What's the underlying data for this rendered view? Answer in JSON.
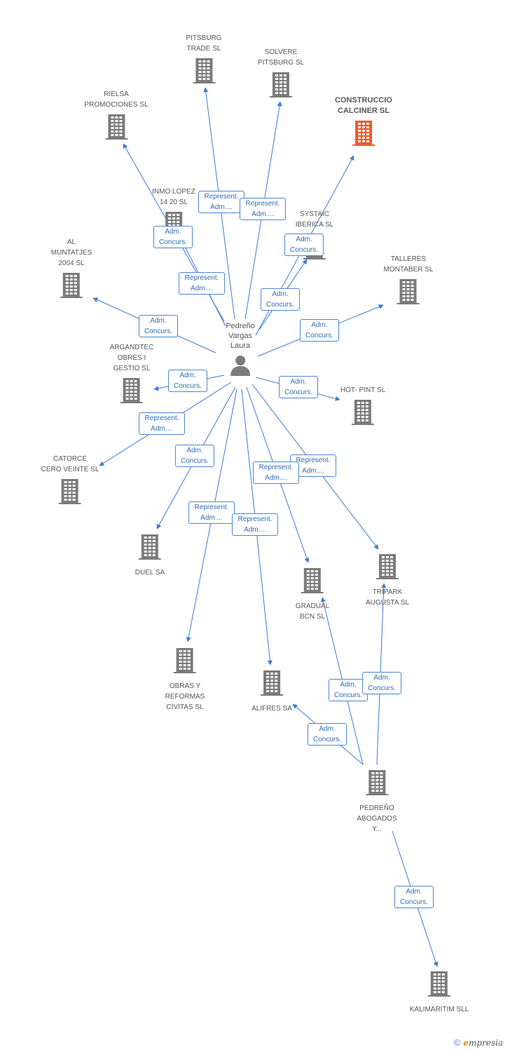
{
  "colors": {
    "edge": "#3a7bd5",
    "building": "#7b7b7b",
    "building_highlight": "#f05a28",
    "person": "#7b7b7b"
  },
  "person": {
    "label": "Pedreño\nVargas\nLaura",
    "icon": "person-icon"
  },
  "companies": [
    {
      "id": "pitsburg",
      "label": "PITSBURG\nTRADE SL",
      "icon": "building-icon"
    },
    {
      "id": "solvere",
      "label": "SOLVERE\nPITSBURG SL",
      "icon": "building-icon"
    },
    {
      "id": "rielsa",
      "label": "RIELSA\nPROMOCIONES SL",
      "icon": "building-icon"
    },
    {
      "id": "calciner",
      "label": "CONSTRUCCIO\nCALCINER SL",
      "icon": "building-icon",
      "highlight": true
    },
    {
      "id": "inmo",
      "label": "INMO LOPEZ\n14 20 SL",
      "icon": "building-icon"
    },
    {
      "id": "systaic",
      "label": "SYSTAIC\nIBERICA SL",
      "icon": "building-icon"
    },
    {
      "id": "al",
      "label": "AL\nMUNTATJES\n2004 SL",
      "icon": "building-icon"
    },
    {
      "id": "talleres",
      "label": "TALLERES\nMONTABER SL",
      "icon": "building-icon"
    },
    {
      "id": "argandtec",
      "label": "ARGANDTEC\nOBRES I\nGESTIO  SL",
      "icon": "building-icon"
    },
    {
      "id": "hotpint",
      "label": "HOT- PINT SL",
      "icon": "building-icon"
    },
    {
      "id": "catorce",
      "label": "CATORCE\nCERO VEINTE SL",
      "icon": "building-icon"
    },
    {
      "id": "duel",
      "label": "DUEL SA",
      "icon": "building-icon"
    },
    {
      "id": "tripark",
      "label": "TRIPARK\nAUGUSTA SL",
      "icon": "building-icon"
    },
    {
      "id": "gradual",
      "label": "GRADUAL\nBCN SL",
      "icon": "building-icon"
    },
    {
      "id": "obras",
      "label": "OBRAS Y\nREFORMAS\nCIVITAS SL",
      "icon": "building-icon"
    },
    {
      "id": "alifres",
      "label": "ALIFRES SA",
      "icon": "building-icon"
    },
    {
      "id": "pedreno",
      "label": "PEDREÑO\nABOGADOS\nY...",
      "icon": "building-icon"
    },
    {
      "id": "kalimaritim",
      "label": "KALIMARITIM SLL",
      "icon": "building-icon"
    }
  ],
  "relations": [
    {
      "from": "person",
      "to": "pitsburg",
      "label": "Represent.\nAdm...."
    },
    {
      "from": "person",
      "to": "solvere",
      "label": "Represent.\nAdm...."
    },
    {
      "from": "person",
      "to": "rielsa",
      "label": "Adm.\nConcurs."
    },
    {
      "from": "person",
      "to": "calciner",
      "label": "Adm.\nConcurs."
    },
    {
      "from": "person",
      "to": "inmo",
      "label": "Represent.\nAdm...."
    },
    {
      "from": "person",
      "to": "systaic",
      "label": "Adm.\nConcurs."
    },
    {
      "from": "person",
      "to": "al",
      "label": "Adm.\nConcurs."
    },
    {
      "from": "person",
      "to": "talleres",
      "label": "Adm.\nConcurs."
    },
    {
      "from": "person",
      "to": "argandtec",
      "label": "Adm.\nConcurs."
    },
    {
      "from": "person",
      "to": "hotpint",
      "label": "Adm.\nConcurs."
    },
    {
      "from": "person",
      "to": "catorce",
      "label": "Represent.\nAdm...."
    },
    {
      "from": "person",
      "to": "duel",
      "label": "Adm.\nConcurs."
    },
    {
      "from": "person",
      "to": "tripark",
      "label": "Represent.\nAdm...."
    },
    {
      "from": "person",
      "to": "gradual",
      "label": "Represent.\nAdm...."
    },
    {
      "from": "person",
      "to": "obras",
      "label": "Represent.\nAdm...."
    },
    {
      "from": "person",
      "to": "alifres",
      "label": "Represent.\nAdm...."
    },
    {
      "from": "pedreno",
      "to": "gradual",
      "label": "Adm.\nConcurs."
    },
    {
      "from": "pedreno",
      "to": "tripark",
      "label": "Adm.\nConcurs."
    },
    {
      "from": "pedreno",
      "to": "alifres",
      "label": "Adm.\nConcurs."
    },
    {
      "from": "pedreno",
      "to": "kalimaritim",
      "label": "Adm.\nConcurs."
    }
  ],
  "footer": {
    "copyright": "©",
    "brand_e": "e",
    "brand_rest": "mpresia"
  }
}
